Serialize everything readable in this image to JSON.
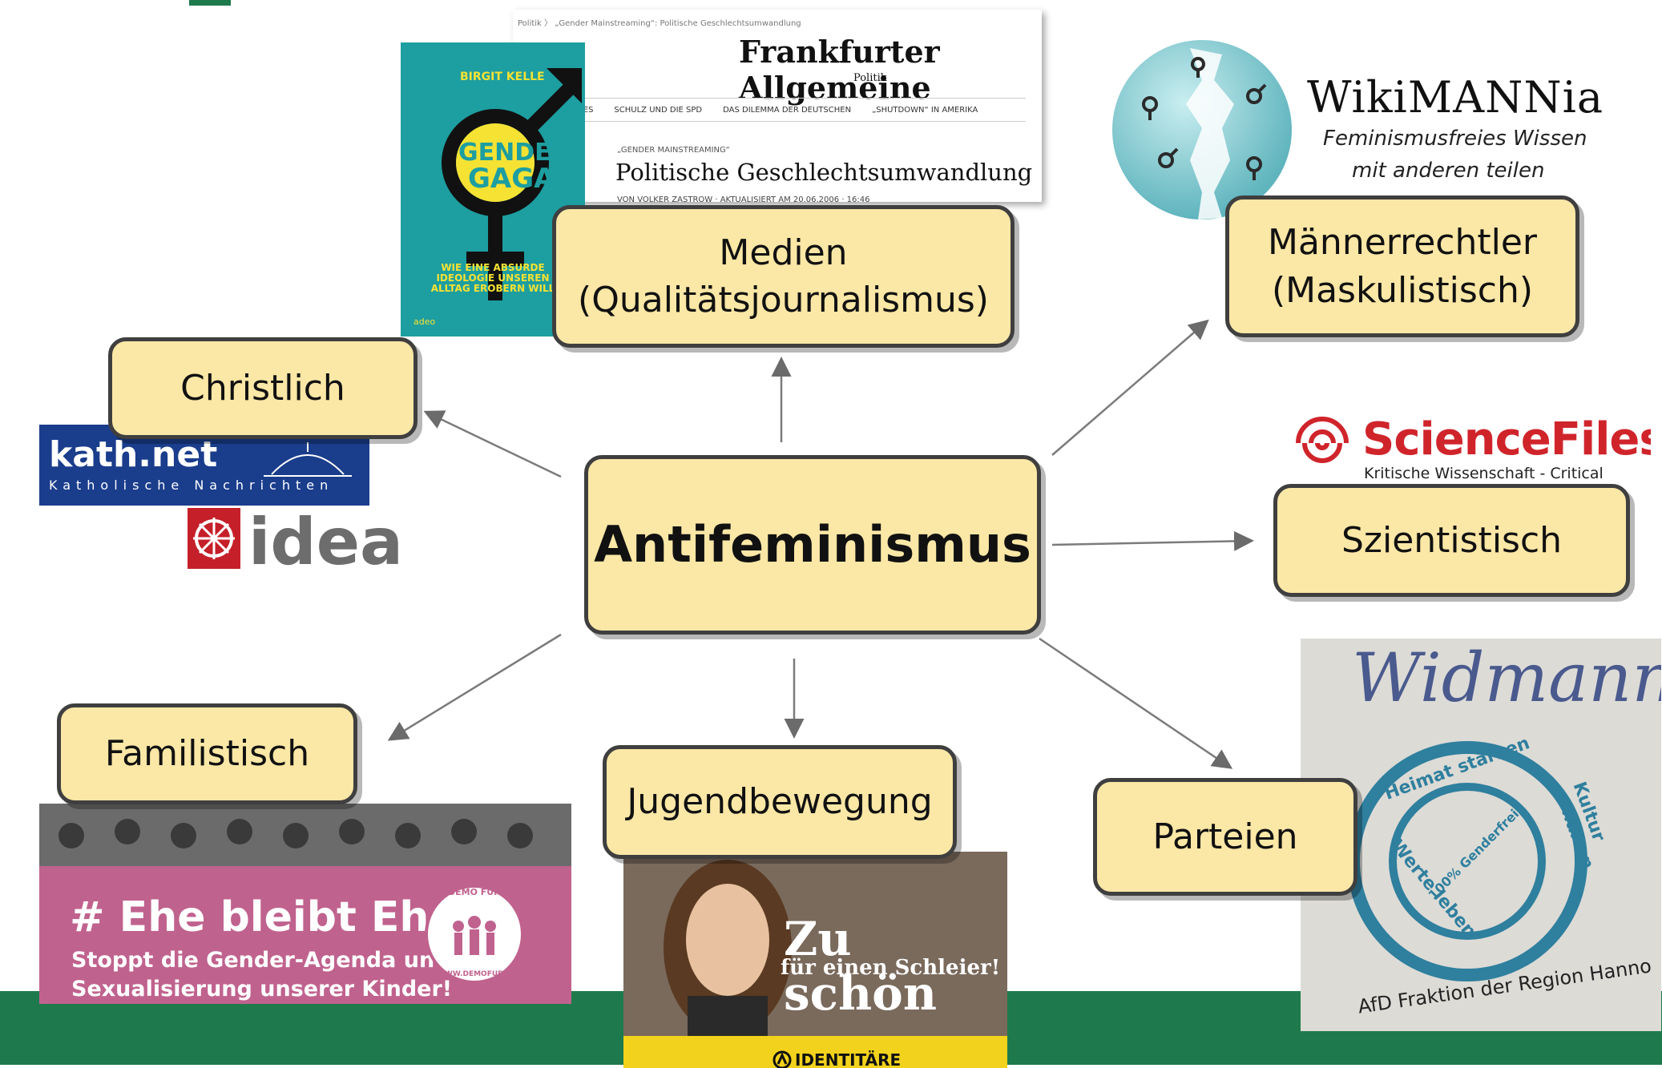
{
  "center_node": "Antifeminismus",
  "nodes": {
    "medien_line1": "Medien",
    "medien_line2": "(Qualitätsjournalismus)",
    "maenner_line1": "Männerrechtler",
    "maenner_line2": "(Maskulistisch)",
    "christlich": "Christlich",
    "szientistisch": "Szientistisch",
    "familistisch": "Familistisch",
    "jugendbewegung": "Jugendbewegung",
    "parteien": "Parteien"
  },
  "faz": {
    "breadcrumb": "Politik 〉 „Gender Mainstreaming“: Politische Geschlechtsumwandlung",
    "logo": "Frankfurter Allgemeine",
    "section": "Politik",
    "nav": [
      "GES",
      "SCHULZ UND DIE SPD",
      "DAS DILEMMA DER DEUTSCHEN",
      "„SHUTDOWN“ IN AMERIKA"
    ],
    "kicker": "„GENDER MAINSTREAMING“",
    "headline": "Politische Geschlechtsumwandlung",
    "byline": "VON VOLKER ZASTROW · AKTUALISIERT AM 20.06.2006 · 16:46"
  },
  "book": {
    "author": "BIRGIT KELLE",
    "title_line1": "GENDER",
    "title_line2": "GAGA",
    "tagline": "WIE EINE ABSURDE IDEOLOGIE UNSEREN ALLTAG EROBERN WILL",
    "publisher": "adeo"
  },
  "wikimannia": {
    "name": "WikiMANNia",
    "tagline_line1": "Feminismusfreies Wissen",
    "tagline_line2": "mit anderen teilen"
  },
  "sciencefiles": {
    "name": "ScienceFiles",
    "tagline": "Kritische Wissenschaft - Critical Science"
  },
  "kathnet": {
    "name": "kath.net",
    "sub": "Katholische Nachrichten"
  },
  "idea": {
    "name": "idea"
  },
  "demo": {
    "banner_line1": "# Ehe bleibt Ehe!",
    "banner_line2": "Stoppt die Gender-Agenda und",
    "banner_line3": "Sexualisierung unserer Kinder!",
    "badge_top": "DEMO FÜR ALLE",
    "badge_bottom": "WWW.DEMOFUERALLE.DE"
  },
  "identitaer": {
    "headline_line1": "Zu schön",
    "headline_line2": "für einen Schleier!",
    "brand": "IDENTITÄRE BEWEGUNG"
  },
  "afd": {
    "signature": "Widmann",
    "stamp_top": "Heimat stärken",
    "stamp_right": "Kultur erhalten",
    "stamp_left": "Werte leben",
    "stamp_center": "100% Genderfrei",
    "footer": "AfD Fraktion der Region Hanno"
  },
  "colors": {
    "node_fill": "#fbe7a6",
    "node_border": "#3f3f3f",
    "green_band": "#1e7a4c"
  }
}
